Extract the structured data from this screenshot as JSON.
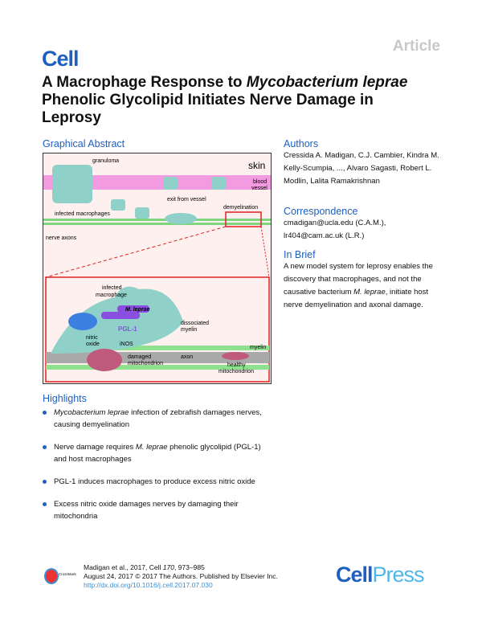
{
  "header": {
    "journal_logo": "Cell",
    "article_type": "Article"
  },
  "title": {
    "part1": "A Macrophage Response to ",
    "italic": "Mycobacterium leprae",
    "part2": " Phenolic Glycolipid Initiates Nerve Damage in Leprosy"
  },
  "graphical_abstract": {
    "heading": "Graphical Abstract",
    "labels": {
      "skin": "skin",
      "granuloma": "granuloma",
      "blood_vessel_1": "blood",
      "blood_vessel_2": "vessel",
      "exit": "exit from vessel",
      "infected_macrophages": "infected macrophages",
      "demyelination": "demyelination",
      "nerve_axons": "nerve axons",
      "infected_macrophage_1": "infected",
      "infected_macrophage_2": "macrophage",
      "m_leprae": "M. leprae",
      "pgl1": "PGL-1",
      "nitric_1": "nitric",
      "nitric_2": "oxide",
      "inos": "iNOS",
      "dissociated_1": "dissociated",
      "dissociated_2": "myelin",
      "myelin": "myelin",
      "axon": "axon",
      "damaged_1": "damaged",
      "damaged_2": "mitochondrion",
      "healthy_1": "healthy",
      "healthy_2": "mitochondrion"
    }
  },
  "authors": {
    "heading": "Authors",
    "text": "Cressida A. Madigan, C.J. Cambier, Kindra M. Kelly-Scumpia, ..., Alvaro Sagasti, Robert L. Modlin, Lalita Ramakrishnan"
  },
  "correspondence": {
    "heading": "Correspondence",
    "lines": [
      "cmadigan@ucla.edu (C.A.M.),",
      "lr404@cam.ac.uk (L.R.)"
    ]
  },
  "in_brief": {
    "heading": "In Brief",
    "text_1": "A new model system for leprosy enables the discovery that macrophages, and not the causative bacterium ",
    "italic": "M. leprae",
    "text_2": ", initiate host nerve demyelination and axonal damage."
  },
  "highlights": {
    "heading": "Highlights",
    "items": [
      {
        "italic": "Mycobacterium leprae",
        "text": " infection of zebrafish damages nerves, causing demyelination"
      },
      {
        "pre": "Nerve damage requires ",
        "italic": "M. leprae",
        "text": " phenolic glycolipid (PGL-1) and host macrophages"
      },
      {
        "text": "PGL-1 induces macrophages to produce excess nitric oxide"
      },
      {
        "text": "Excess nitric oxide damages nerves by damaging their mitochondria"
      }
    ]
  },
  "footer": {
    "citation_1": "Madigan et al., 2017, Cell ",
    "volume": "170",
    "citation_2": ", 973–985",
    "date_line": "August 24, 2017 © 2017 The Authors. Published by Elsevier Inc.",
    "doi": "http://dx.doi.org/10.1016/j.cell.2017.07.030",
    "crossmark": "CrossMark",
    "publisher_logo_1": "Cell",
    "publisher_logo_2": "Press"
  },
  "colors": {
    "accent": "#1f5fbf",
    "doi": "#3a8fd6",
    "press": "#4fb6ea"
  }
}
